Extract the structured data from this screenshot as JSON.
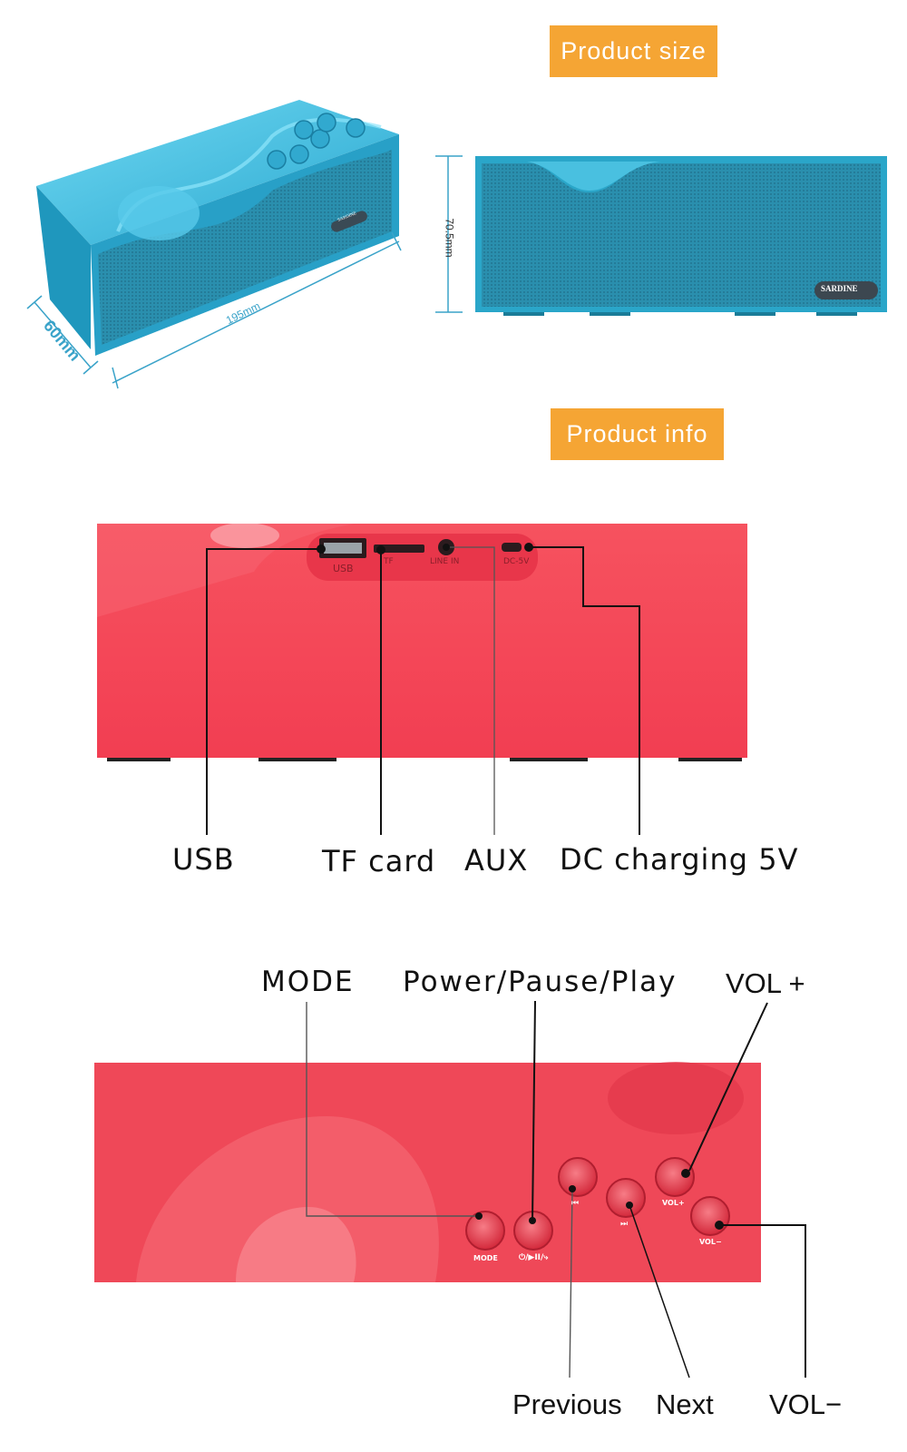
{
  "sections": {
    "size_badge": "Product size",
    "info_badge": "Product info"
  },
  "dimensions": {
    "width": "195mm",
    "depth": "60mm",
    "height": "70.5mm"
  },
  "brand": "SARDINE",
  "ports": {
    "usb": "USB",
    "tf": "TF card",
    "aux": "AUX",
    "dc": "DC charging 5V",
    "engraved": {
      "usb": "USB",
      "tf": "TF",
      "line_in": "LINE  IN",
      "dc": "DC-5V"
    }
  },
  "buttons": {
    "mode": "MODE",
    "power": "Power/Pause/Play",
    "vol_up": "VOL +",
    "previous": "Previous",
    "next": "Next",
    "vol_down": "VOL−",
    "engraved": {
      "mode": "MODE",
      "power": "⏻/▶II/⤷",
      "prev": "⏮",
      "next": "⏭",
      "vol_up": "VOL+",
      "vol_down": "VOL−"
    }
  },
  "colors": {
    "badge": "#f5a534",
    "speaker_blue": "#2aa6c9",
    "speaker_red": "#f4465a"
  }
}
